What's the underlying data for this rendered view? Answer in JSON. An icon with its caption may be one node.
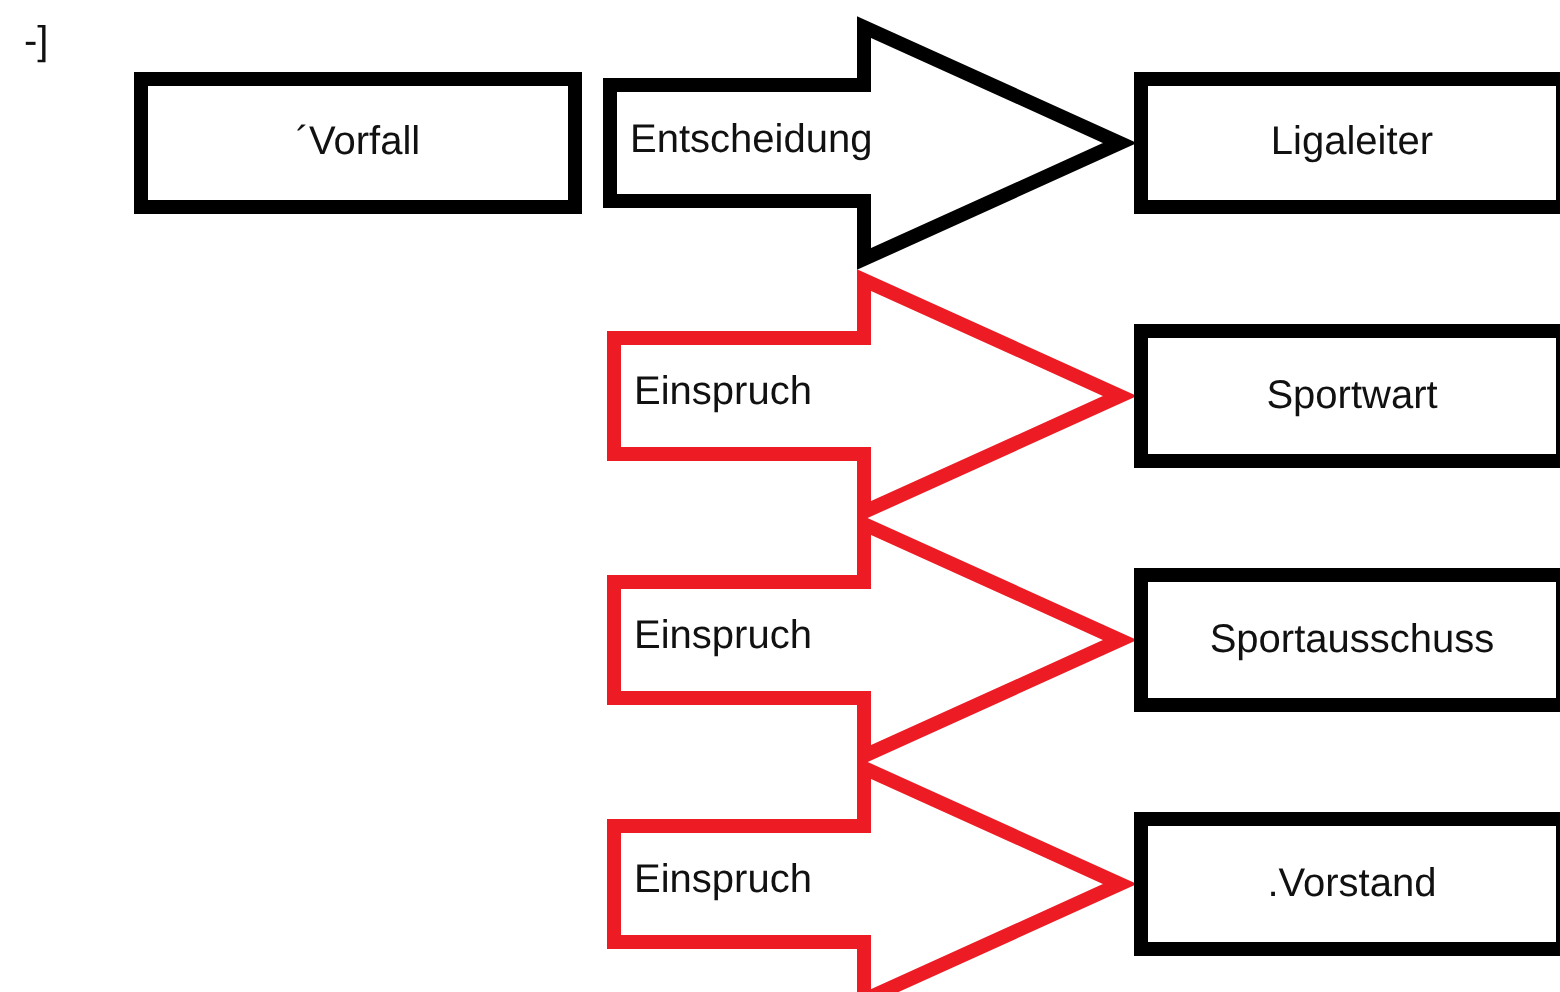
{
  "diagram": {
    "nodes": [
      {
        "text": [
          "´Vorfall"
        ]
      },
      {
        "text": [
          "Ligaleiter"
        ]
      },
      {
        "text": [
          "Sportwart"
        ]
      },
      {
        "text": [
          "Sportausschuss"
        ]
      },
      {
        "text": [
          ".Vorstand"
        ]
      }
    ],
    "edges": [
      {
        "from": 0,
        "to": 1,
        "arrow": "to",
        "label": "Entscheidung",
        "style": "thick"
      },
      {
        "from": null,
        "to": 2,
        "arrow": "to",
        "label": "Einspruch",
        "style": "thick",
        "color": "#ed1c24"
      },
      {
        "from": null,
        "to": 3,
        "arrow": "to",
        "label": "Einspruch",
        "style": "thick",
        "color": "#ed1c24"
      },
      {
        "from": null,
        "to": 4,
        "arrow": "to",
        "label": "Einspruch",
        "style": "thick",
        "color": "#ed1c24"
      }
    ],
    "labels": [
      "-]"
    ]
  }
}
